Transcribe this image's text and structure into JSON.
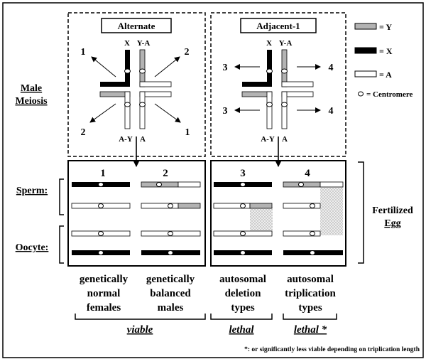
{
  "panels": {
    "alternate_title": "Alternate",
    "adjacent_title": "Adjacent-1"
  },
  "chromosome_labels": {
    "x": "X",
    "y_a": "Y-A",
    "a_y": "A-Y",
    "a": "A"
  },
  "arrow_numbers": {
    "alt_top_left": "1",
    "alt_top_right": "2",
    "alt_bottom_left": "2",
    "alt_bottom_right": "1",
    "adj_top_left": "3",
    "adj_top_right": "4",
    "adj_bottom_left": "3",
    "adj_bottom_right": "4"
  },
  "legend": {
    "y": "= Y",
    "x": "= X",
    "a": "= A",
    "centromere": "= Centromere",
    "colors": {
      "y": "#b3b3b3",
      "x": "#000000",
      "a": "#ffffff",
      "dotted": "#d9d9d9"
    }
  },
  "side_labels": {
    "male_meiosis_1": "Male",
    "male_meiosis_2": "Meiosis",
    "sperm": "Sperm:",
    "oocyte": "Oocyte:",
    "fertilized_1": "Fertilized",
    "fertilized_2": "Egg"
  },
  "column_numbers": [
    "1",
    "2",
    "3",
    "4"
  ],
  "outcomes": {
    "col1": [
      "genetically",
      "normal",
      "females"
    ],
    "col2": [
      "genetically",
      "balanced",
      "males"
    ],
    "col3": [
      "autosomal",
      "deletion",
      "types"
    ],
    "col4": [
      "autosomal",
      "triplication",
      "types"
    ]
  },
  "viability": {
    "viable": "viable",
    "lethal_deletion": "lethal",
    "lethal_triplication": "lethal *"
  },
  "footnote": "*: or significantly less viable depending on triplication length"
}
